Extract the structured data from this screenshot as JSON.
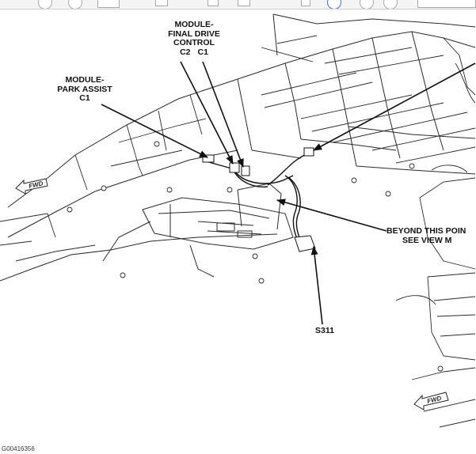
{
  "callouts": {
    "final_drive": {
      "lines": [
        "MODULE-",
        "FINAL DRIVE",
        "CONTROL"
      ],
      "connectors": [
        "C2",
        "C1"
      ]
    },
    "park_assist": {
      "lines": [
        "MODULE-",
        "PARK ASSIST",
        "C1"
      ]
    },
    "beyond_point": {
      "lines": [
        "BEYOND THIS POIN",
        "SEE VIEW M"
      ]
    },
    "splice": {
      "text": "S311"
    }
  },
  "direction_markers": [
    {
      "text": "FWD"
    },
    {
      "text": "FWD"
    }
  ],
  "figure_id": "G00416356",
  "colors": {
    "ink": "#111111",
    "sheet": "#ffffff",
    "line": "#2a2a2a"
  }
}
